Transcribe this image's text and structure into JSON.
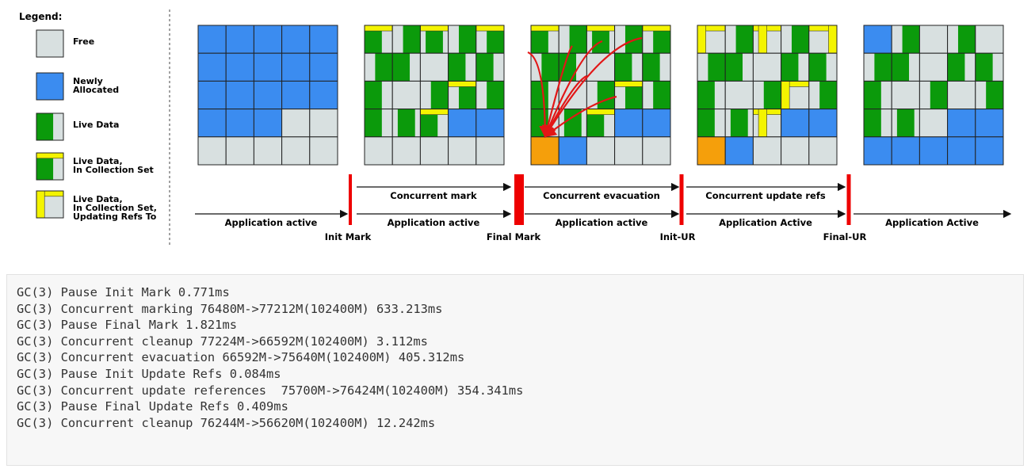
{
  "legend": {
    "title": "Legend:",
    "items": [
      {
        "key": "free",
        "label": [
          "Free"
        ]
      },
      {
        "key": "newly",
        "label": [
          "Newly",
          "Allocated"
        ]
      },
      {
        "key": "live",
        "label": [
          "Live Data"
        ]
      },
      {
        "key": "live_cset",
        "label": [
          "Live Data,",
          "In Collection Set"
        ]
      },
      {
        "key": "live_cset_refs",
        "label": [
          "Live Data,",
          "In Collection Set,",
          "Updating Refs To"
        ]
      }
    ]
  },
  "colors": {
    "free": "#d8e0e0",
    "newly": "#3b8cf0",
    "live": "#0b9a0b",
    "cset_marker": "#f4f400",
    "forwarded": "#f59f0b",
    "arrow": "#e21616",
    "pause_bar": "#ee0000",
    "grid_line": "#222222"
  },
  "heap_states": [
    {
      "cells": [
        [
          "N",
          "N",
          "N",
          "N",
          "N"
        ],
        [
          "N",
          "N",
          "N",
          "N",
          "N"
        ],
        [
          "N",
          "N",
          "N",
          "N",
          "N"
        ],
        [
          "N",
          "N",
          "N",
          "F",
          "F"
        ],
        [
          "F",
          "F",
          "F",
          "F",
          "F"
        ]
      ]
    },
    {
      "cells": [
        [
          "Lyl",
          "Lr",
          "Lyc",
          "Lr",
          "Lyr"
        ],
        [
          "Lr",
          "Ll",
          "F",
          "Ll",
          "Ll"
        ],
        [
          "Ll",
          "F",
          "Lr",
          "Lyr",
          "Lr"
        ],
        [
          "Ll",
          "Lm",
          "Lyl",
          "N",
          "N"
        ],
        [
          "F",
          "F",
          "F",
          "F",
          "F"
        ]
      ]
    },
    {
      "cells": [
        [
          "Lyl",
          "Lr",
          "Lyc",
          "Lr",
          "Lyr"
        ],
        [
          "Lr",
          "Ll",
          "F",
          "Ll",
          "Ll"
        ],
        [
          "Ll",
          "F",
          "Lr",
          "Lyr",
          "Lr"
        ],
        [
          "Ll",
          "Lm",
          "Lyl",
          "N",
          "N"
        ],
        [
          "O",
          "N",
          "F",
          "F",
          "F"
        ]
      ]
    },
    {
      "cells": [
        [
          "Yl",
          "Lr",
          "Yc",
          "Lr",
          "Yr"
        ],
        [
          "Lr",
          "Ll",
          "F",
          "Ll",
          "Ll"
        ],
        [
          "Ll",
          "F",
          "Lr",
          "Yl",
          "Lr"
        ],
        [
          "Ll",
          "Lm",
          "Yc",
          "N",
          "N"
        ],
        [
          "O",
          "N",
          "F",
          "F",
          "F"
        ]
      ]
    },
    {
      "cells": [
        [
          "N",
          "Lr",
          "F",
          "Lr",
          "F"
        ],
        [
          "Lr",
          "Ll",
          "F",
          "Ll",
          "Ll"
        ],
        [
          "Ll",
          "F",
          "Lr",
          "F",
          "Lr"
        ],
        [
          "Ll",
          "Lm",
          "F",
          "N",
          "N"
        ],
        [
          "N",
          "N",
          "N",
          "N",
          "N"
        ]
      ]
    }
  ],
  "arrow_count": 6,
  "timeline": {
    "concurrent": [
      {
        "label": "Concurrent mark"
      },
      {
        "label": "Concurrent evacuation"
      },
      {
        "label": "Concurrent update refs"
      }
    ],
    "app": [
      {
        "label": "Application active"
      },
      {
        "label": "Application active"
      },
      {
        "label": "Application active"
      },
      {
        "label": "Application Active"
      },
      {
        "label": "Application Active"
      }
    ],
    "pauses": [
      {
        "label": "Init Mark"
      },
      {
        "label": "Final Mark"
      },
      {
        "label": "Init-UR"
      },
      {
        "label": "Final-UR"
      }
    ]
  },
  "log_lines": [
    "GC(3) Pause Init Mark 0.771ms",
    "GC(3) Concurrent marking 76480M->77212M(102400M) 633.213ms",
    "GC(3) Pause Final Mark 1.821ms",
    "GC(3) Concurrent cleanup 77224M->66592M(102400M) 3.112ms",
    "GC(3) Concurrent evacuation 66592M->75640M(102400M) 405.312ms",
    "GC(3) Pause Init Update Refs 0.084ms",
    "GC(3) Concurrent update references  75700M->76424M(102400M) 354.341ms",
    "GC(3) Pause Final Update Refs 0.409ms",
    "GC(3) Concurrent cleanup 76244M->56620M(102400M) 12.242ms"
  ]
}
